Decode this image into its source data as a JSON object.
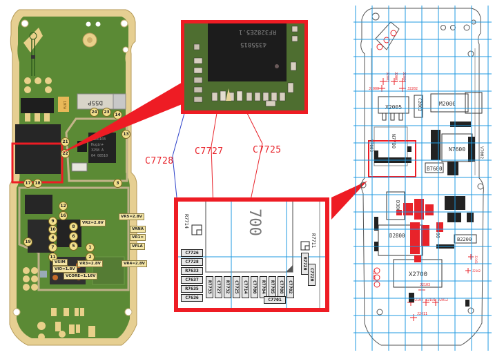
{
  "title": "C7725 / C7727 / C7728 capacitor location diagram",
  "colors": {
    "highlight_red": "#ee1c24",
    "grid_blue": "#1f9ae0",
    "callout_blue": "#2a3fc8",
    "label_red": "#e8232a",
    "pcb_green": "#4e7a2c",
    "pcb_gold": "#e8d49a",
    "voltage_tag_bg": "#f5e6a6"
  },
  "callouts": [
    {
      "id": "C7728",
      "label": "C7728",
      "line_color": "blue"
    },
    {
      "id": "C7727",
      "label": "C7727",
      "line_color": "red"
    },
    {
      "id": "C7725",
      "label": "C7725",
      "line_color": "red"
    }
  ],
  "photo_board": {
    "test_points": [
      "1",
      "2",
      "3",
      "4",
      "5",
      "6",
      "7",
      "8",
      "9",
      "10",
      "11",
      "12",
      "13",
      "14",
      "16",
      "17",
      "18",
      "19",
      "21",
      "22",
      "23",
      "24"
    ],
    "voltage_tags": [
      {
        "label": "VR5=2.8V"
      },
      {
        "label": "VR2=2.8V"
      },
      {
        "label": "VANA"
      },
      {
        "label": "VR1="
      },
      {
        "label": "VFLA"
      },
      {
        "label": "VR4=2.8V"
      },
      {
        "label": "VR3=2.8V"
      },
      {
        "label": "VSIM"
      },
      {
        "label": "VIO=1.8V"
      },
      {
        "label": "VCORE=1.16V"
      }
    ],
    "chip_markings": {
      "rf_chip": [
        "4380103",
        "Hugin+",
        "3258 A",
        "04 08510"
      ],
      "power_chip_label": "D55P",
      "tantalum": "107A"
    }
  },
  "photo_zoom": {
    "chip_markings": [
      "RF3282E5.1",
      "4355815"
    ]
  },
  "schematic_zoom": {
    "part_label": "700",
    "top_left_ref": "R7714",
    "top_right_ref": "R7711",
    "left_column": [
      "C7726",
      "C7728",
      "R7633",
      "C7637",
      "R7635",
      "C7636"
    ],
    "bottom_row": [
      "R7733",
      "C7727",
      "R7732",
      "C7725",
      "C7714",
      "C7700",
      "R7704",
      "R7705",
      "C7708",
      "C7702"
    ],
    "bottom_extra": "C7701",
    "right_column": [
      "R7720",
      "C7720"
    ]
  },
  "layout_map": {
    "components": [
      {
        "label": "M2000"
      },
      {
        "label": "X2005"
      },
      {
        "label": "C2002"
      },
      {
        "label": "N7700"
      },
      {
        "label": "N7600"
      },
      {
        "label": "B7600"
      },
      {
        "label": "V7003"
      },
      {
        "label": "V7002"
      },
      {
        "label": "D3000"
      },
      {
        "label": "D2800"
      },
      {
        "label": "N2200"
      },
      {
        "label": "B2200"
      },
      {
        "label": "X2700"
      },
      {
        "label": "X1001"
      }
    ],
    "test_points": [
      "J2000",
      "J2001",
      "J2003",
      "J2004",
      "J2202",
      "J2103",
      "J2102",
      "J2101",
      "J2011",
      "J2012",
      "J2162",
      "J2161"
    ]
  }
}
